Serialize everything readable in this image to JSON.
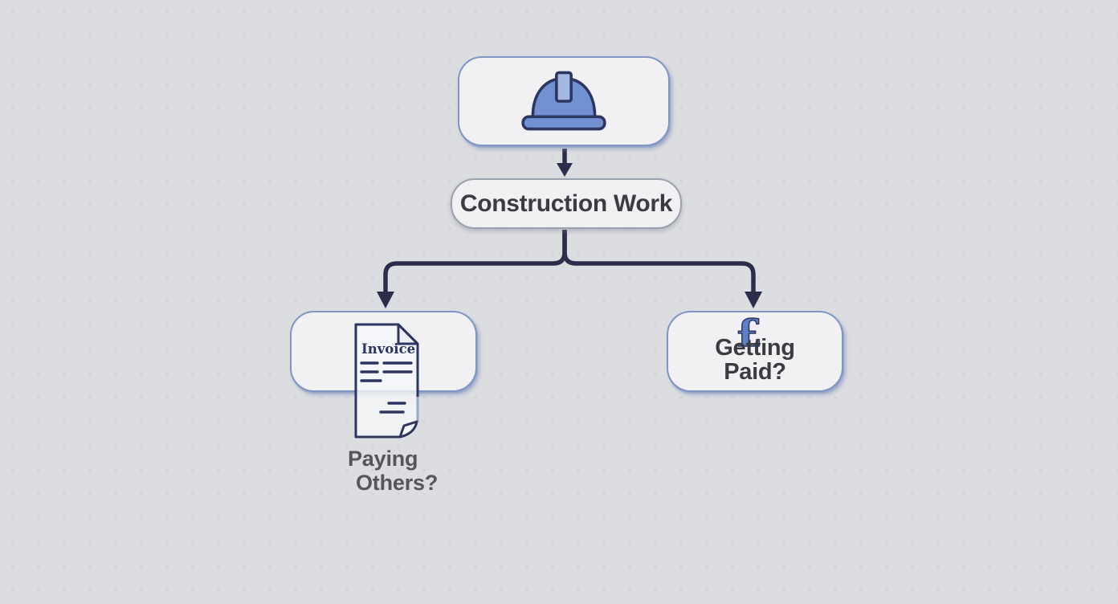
{
  "diagram": {
    "title_node": {
      "icon": "hard-hat"
    },
    "construction_node": {
      "label": "Construction Work"
    },
    "paying_node": {
      "invoice_label": "Invoice",
      "caption_line1": "Paying",
      "caption_line2": "Others?"
    },
    "getting_node": {
      "currency_symbol": "£",
      "label_line1": "Getting",
      "label_line2": "Paid?"
    }
  },
  "colors": {
    "background": "#dcdde0",
    "node_fill": "#f1f1f3",
    "node_border_blue": "#7e95c5",
    "node_border_gray": "#9aa1ae",
    "connector": "#2b2e4b",
    "hat_blue": "#7191d2",
    "outline_navy": "#2d3561",
    "pound_blue": "#5c81c9",
    "label_dark": "#3b3c40",
    "caption_gray": "#55565a"
  }
}
